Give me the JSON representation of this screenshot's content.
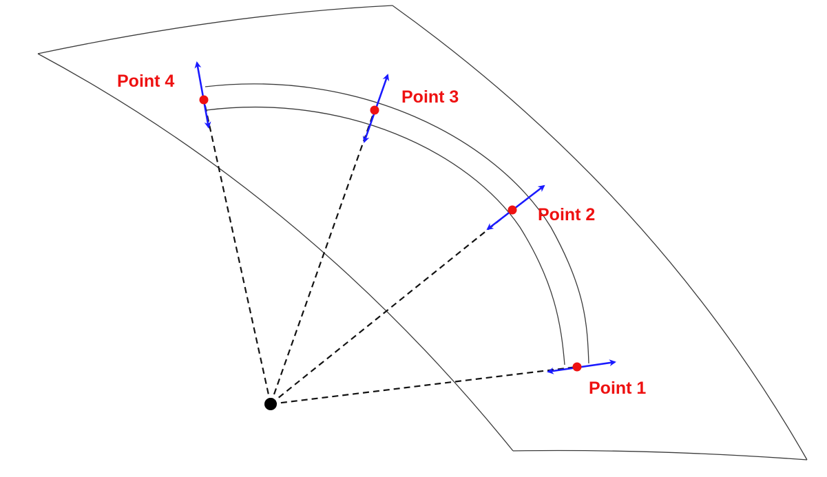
{
  "diagram": {
    "points": [
      {
        "id": "p1",
        "label": "Point 1"
      },
      {
        "id": "p2",
        "label": "Point 2"
      },
      {
        "id": "p3",
        "label": "Point 3"
      },
      {
        "id": "p4",
        "label": "Point 4"
      }
    ],
    "colors": {
      "point": "#ee1111",
      "label": "#ee1111",
      "normal_arrow": "#1a1aff",
      "center": "#000000",
      "line": "#3a3a3a"
    }
  }
}
